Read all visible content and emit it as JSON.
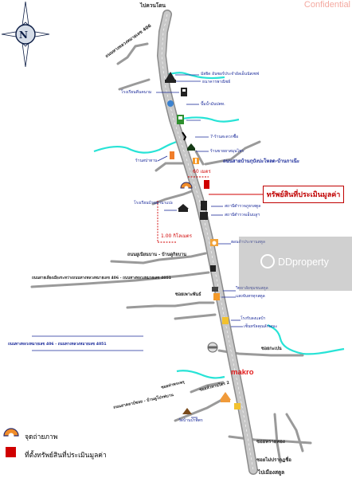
{
  "watermark": {
    "corner": "Confidential",
    "brand": "DDproperty"
  },
  "compass": {
    "letter": "N"
  },
  "roads": {
    "top_north": "ไปควนโดน",
    "bottom_south": "ไปเมืองสตูล",
    "upper_left_road": "ถนนทางหลวงหมายเลข 406",
    "right_side_road": "ถนนสายบ้านกุบังปะโหลด-บ้านกาเน๊ะ",
    "mid_road": "ถนนยูเนียนบาน - บ้านดูกิยบาน",
    "left_long_road": "ถนนสายเลี่ยงเมืองระหว่างถนนทางหลวงหมายเลข 406 - ถนนทางหลวงหมายเลข 4051",
    "lower_left_road": "ถนนทางหลวงหมายเลข 406 - ถนนทางหลวงหมายเลข 4051",
    "soi_bottom_left": "ถนนสาคลาบ์ซอย - บ้านดูโปรฟบาน",
    "soi_lower_1": "ซอยท่าพระพรุ",
    "soi_lower_2": "ซอยหัวทานไตร 2",
    "soi_right_1": "ซอยทรายทอง",
    "soi_right_2": "ซอยไม่ปรากฏชื่อ",
    "soi_right_3": "ซอยกะเปน",
    "soi_left_mid": "ซอยเพาะพันธ์"
  },
  "landmarks": {
    "mosque": "มัสยิด อันซอร์ประจำอัลเอ็นนัสเซฟ",
    "school_left": "โรงเรียนคีนคนาม",
    "bank": "ธนาคารพาณิชย์",
    "gas": "ปั๊มน้ำมันปตท.",
    "seven": "7-ร้านสะดวกซื้อ",
    "pharmacy": "ร้านขายยาสมุนไพร",
    "hospital": "ร้านสปาทาน",
    "police": "สถานีตำรวจภูธรสตูล",
    "police_box": "สถานีตำรวจเอ็นบลูฯ",
    "school_mid": "โรงเรียนบ้านทานาแปะ",
    "shop_mid": "ฮอนด้าประทานสตูล",
    "vet": "วิทยาลัยชุมชนสตูล",
    "temple": "แสงจันทรทุกสตูล",
    "bank2": "โรงรับลงแลบ้า",
    "nissan": "เซ็นทรัลคุณลักษณะ",
    "market_bottom": "วัดบ้านป่าพิตร"
  },
  "distances": {
    "d60": "60 เมตร",
    "d100": "1.00 กิโลเมตร"
  },
  "callout": "ทรัพย์สินที่ประเมินมูลค่า",
  "store": "makro",
  "legend": {
    "photo": "จุดถ่ายภาพ",
    "property": "ที่ตั้งทรัพย์สินที่ประเมินมูลค่า"
  },
  "colors": {
    "road": "#b4b4b4",
    "road_edge": "#8a8a8a",
    "river": "#27e3d6",
    "label_blue": "#1a2a9a",
    "red": "#d00000"
  }
}
